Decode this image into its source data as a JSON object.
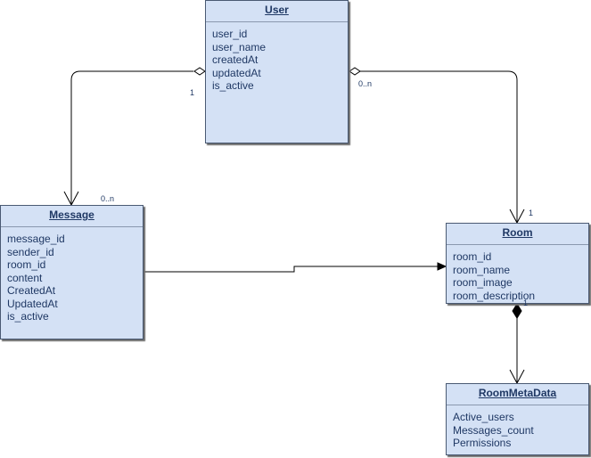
{
  "classes": {
    "user": {
      "name": "User",
      "attributes": [
        "user_id",
        "user_name",
        "createdAt",
        "updatedAt",
        "is_active"
      ]
    },
    "message": {
      "name": "Message",
      "attributes": [
        "message_id",
        "sender_id",
        "room_id",
        "content",
        "CreatedAt",
        "UpdatedAt",
        "is_active"
      ]
    },
    "room": {
      "name": "Room",
      "attributes": [
        "room_id",
        "room_name",
        "room_image",
        "room_description"
      ]
    },
    "meta": {
      "name": "RoomMetaData",
      "attributes": [
        "Active_users",
        "Messages_count",
        "Permissions"
      ]
    }
  },
  "multiplicities": {
    "user_message_user": "1",
    "user_message_message": "0..n",
    "user_room_user": "0..n",
    "user_room_room": "1",
    "room_meta_room": "1"
  },
  "colors": {
    "fill": "#d4e1f5",
    "border": "#4a5a73",
    "text": "#1f3864",
    "line": "#000000"
  }
}
